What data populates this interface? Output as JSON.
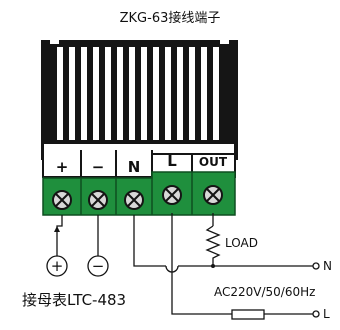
{
  "title": "ZKG-63接线端子",
  "terminals": {
    "plus": "+",
    "minus": "−",
    "n": "N",
    "l": "L",
    "out": "OUT"
  },
  "labels": {
    "load": "LOAD",
    "n_line": "N",
    "voltage": "AC220V/50/60Hz",
    "l_line": "L",
    "meter": "接母表LTC-483"
  },
  "symbols": {
    "plus": "+",
    "minus": "−"
  },
  "colors": {
    "terminal_green": "#1f8f3d",
    "heatsink_fill": "#ffffff",
    "housing": "#151515"
  }
}
